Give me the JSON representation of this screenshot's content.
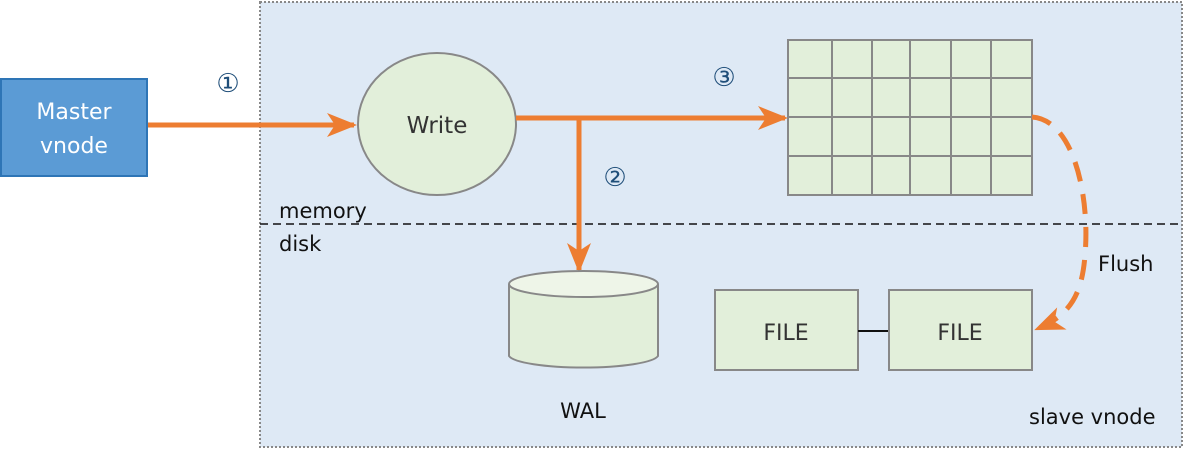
{
  "master": {
    "line1": "Master",
    "line2": "vnode"
  },
  "write": {
    "label": "Write"
  },
  "steps": {
    "one": "①",
    "two": "②",
    "three": "③"
  },
  "regions": {
    "memory": "memory",
    "disk": "disk"
  },
  "wal": {
    "label": "WAL"
  },
  "flush": {
    "label": "Flush"
  },
  "files": [
    {
      "label": "FILE"
    },
    {
      "label": "FILE"
    }
  ],
  "slave": {
    "label": "slave vnode"
  },
  "colors": {
    "arrow": "#ED7D31",
    "master_fill": "#5B9BD5",
    "node_fill": "#E2EFDA",
    "container_fill": "#DEE9F5",
    "step_text": "#1F4E79"
  }
}
